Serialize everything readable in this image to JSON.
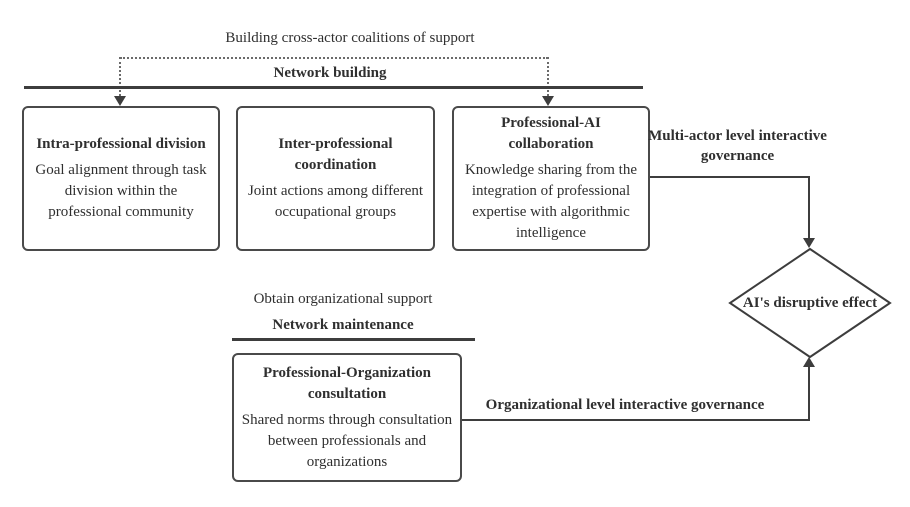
{
  "top_flow": {
    "coalition_label": "Building cross-actor coalitions of support",
    "network_building_label": "Network building"
  },
  "boxes": {
    "intra": {
      "title": "Intra-professional division",
      "body": "Goal alignment through task division within the professional community"
    },
    "inter": {
      "title": "Inter-professional coordination",
      "body": "Joint actions among different occupational groups"
    },
    "prof_ai": {
      "title": "Professional-AI collaboration",
      "body": "Knowledge sharing from the integration of professional expertise with algorithmic intelligence"
    },
    "prof_org": {
      "title": "Professional-Organization consultation",
      "body": "Shared norms through consultation between professionals and organizations"
    }
  },
  "bottom_flow": {
    "obtain_label": "Obtain organizational support",
    "network_maintenance_label": "Network maintenance"
  },
  "governance": {
    "multi_actor_label": "Multi-actor level interactive governance",
    "organizational_label": "Organizational level interactive governance"
  },
  "diamond": {
    "label": "AI's disruptive effect"
  },
  "colors": {
    "text": "#2f2f2f",
    "line": "#3d3d3d",
    "border": "#4a4a4a",
    "background": "#ffffff"
  }
}
